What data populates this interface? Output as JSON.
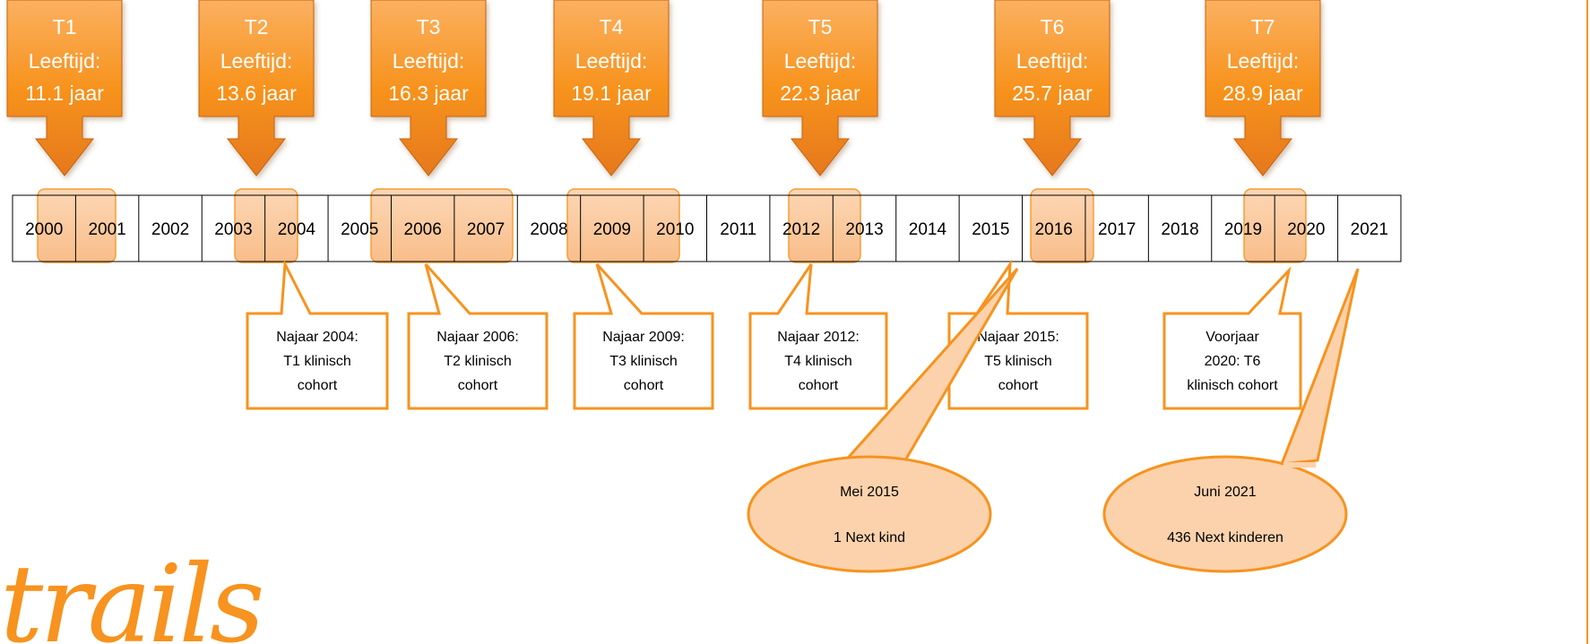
{
  "waves": [
    {
      "label": "T1",
      "age_label": "Leeftijd:",
      "age": "11.1 jaar"
    },
    {
      "label": "T2",
      "age_label": "Leeftijd:",
      "age": "13.6 jaar"
    },
    {
      "label": "T3",
      "age_label": "Leeftijd:",
      "age": "16.3 jaar"
    },
    {
      "label": "T4",
      "age_label": "Leeftijd:",
      "age": "19.1 jaar"
    },
    {
      "label": "T5",
      "age_label": "Leeftijd:",
      "age": "22.3 jaar"
    },
    {
      "label": "T6",
      "age_label": "Leeftijd:",
      "age": "25.7 jaar"
    },
    {
      "label": "T7",
      "age_label": "Leeftijd:",
      "age": "28.9 jaar"
    }
  ],
  "years": [
    "2000",
    "2001",
    "2002",
    "2003",
    "2004",
    "2005",
    "2006",
    "2007",
    "2008",
    "2009",
    "2010",
    "2011",
    "2012",
    "2013",
    "2014",
    "2015",
    "2016",
    "2017",
    "2018",
    "2019",
    "2020",
    "2021"
  ],
  "clinical_callouts": [
    {
      "lines": [
        "Najaar 2004:",
        "T1 klinisch",
        "cohort"
      ]
    },
    {
      "lines": [
        "Najaar 2006:",
        "T2 klinisch",
        "cohort"
      ]
    },
    {
      "lines": [
        "Najaar 2009:",
        "T3 klinisch",
        "cohort"
      ]
    },
    {
      "lines": [
        "Najaar 2012:",
        "T4 klinisch",
        "cohort"
      ]
    },
    {
      "lines": [
        "Najaar 2015:",
        "T5 klinisch",
        "cohort"
      ]
    },
    {
      "lines": [
        "Voorjaar",
        "2020: T6",
        "klinisch cohort"
      ]
    }
  ],
  "next_callouts": [
    {
      "title": "Mei 2015",
      "detail": "1 Next kind"
    },
    {
      "title": "Juni 2021",
      "detail": "436 Next kinderen"
    }
  ],
  "logo_text": "trails",
  "colors": {
    "orange": "#f7931e",
    "orange_dark": "#c8620e",
    "orange_light": "#fbc898",
    "bubble_fill": "#fbd2ac",
    "callout_border": "#f7931e"
  }
}
